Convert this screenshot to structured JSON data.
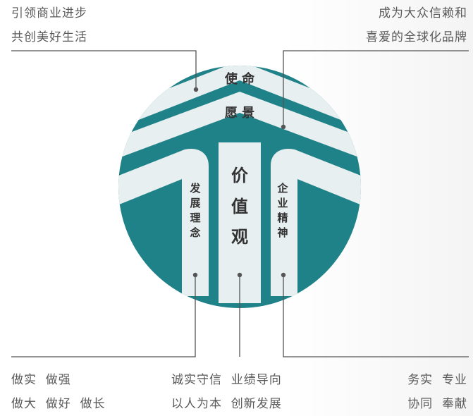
{
  "mission": {
    "label": "使 命",
    "text": [
      "引领商业进步",
      "共创美好生活"
    ]
  },
  "vision": {
    "label": "愿 景",
    "text": [
      "成为大众信赖和",
      "喜爱的全球化品牌"
    ]
  },
  "development": {
    "label": [
      "发",
      "展",
      "理",
      "念"
    ],
    "text": [
      "做实  做强",
      "做大  做好  做长"
    ]
  },
  "values": {
    "label": [
      "价",
      "值",
      "观"
    ],
    "text": [
      "诚实守信  业绩导向",
      "以人为本  创新发展"
    ]
  },
  "enterprise": {
    "label": [
      "企",
      "业",
      "精",
      "神"
    ],
    "text": [
      "务实  专业",
      "协同  奉献"
    ]
  },
  "colors": {
    "teal": "#1f8288",
    "light": "#e8eff0",
    "line": "#555555"
  }
}
